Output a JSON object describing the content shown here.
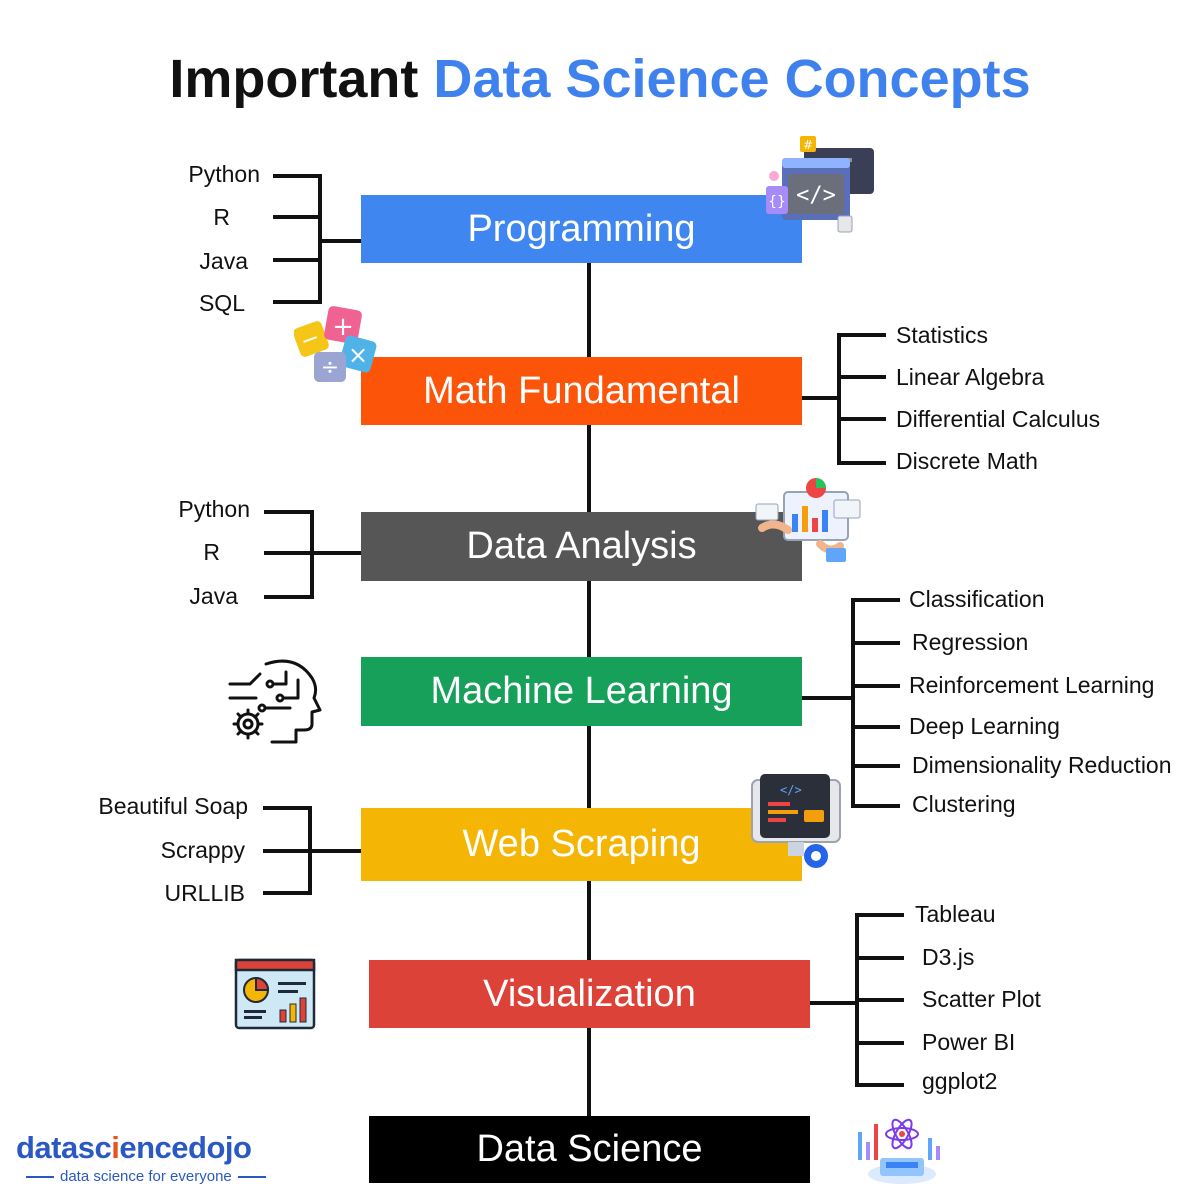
{
  "title": {
    "prefix": "Important",
    "accent": "Data Science Concepts"
  },
  "colors": {
    "programming": "#3f86f0",
    "math": "#fc5409",
    "analysis": "#565656",
    "ml": "#16a05a",
    "scraping": "#f5b505",
    "visualization": "#dc4238",
    "data_science": "#000000",
    "title_accent": "#3f82ee"
  },
  "stages": {
    "programming": {
      "label": "Programming",
      "items": [
        "Python",
        "R",
        "Java",
        "SQL"
      ],
      "icon": "code-window-icon"
    },
    "math": {
      "label": "Math Fundamental",
      "items": [
        "Statistics",
        "Linear Algebra",
        "Differential Calculus",
        "Discrete Math"
      ],
      "icon": "math-operators-icon"
    },
    "analysis": {
      "label": "Data Analysis",
      "items": [
        "Python",
        "R",
        "Java"
      ],
      "icon": "analytics-dashboard-icon"
    },
    "ml": {
      "label": "Machine Learning",
      "items": [
        "Classification",
        "Regression",
        "Reinforcement Learning",
        "Deep Learning",
        "Dimensionality Reduction",
        "Clustering"
      ],
      "icon": "ai-head-gear-icon"
    },
    "scraping": {
      "label": "Web Scraping",
      "items": [
        "Beautiful Soap",
        "Scrappy",
        "URLLIB"
      ],
      "icon": "web-code-gear-icon"
    },
    "visualization": {
      "label": "Visualization",
      "items": [
        "Tableau",
        "D3.js",
        "Scatter Plot",
        "Power BI",
        "ggplot2"
      ],
      "icon": "chart-dashboard-icon"
    },
    "data_science": {
      "label": "Data Science",
      "icon": "science-lab-icon"
    }
  },
  "logo": {
    "name_part1": "datasc",
    "name_part2": "i",
    "name_part3": "encedojo",
    "tagline": "data science for everyone"
  }
}
